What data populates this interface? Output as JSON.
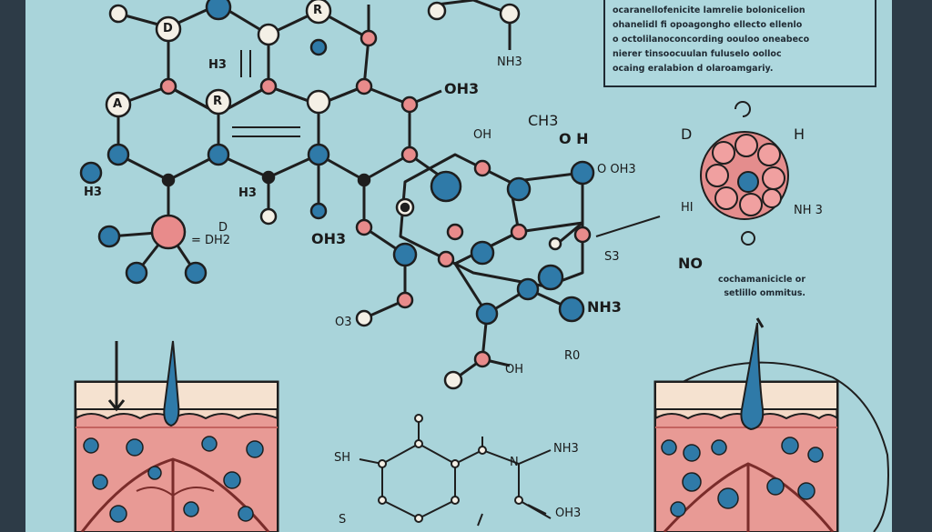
{
  "labels": {
    "h3_top": "H3",
    "h3_left": "H3",
    "h3_mid": "H3",
    "d_left": "D",
    "dh2": "= DH2",
    "oh3_top": "OH3",
    "oh3_mid": "OH3",
    "ch3": "CH3",
    "oh3_right": "O OH3",
    "nh3_top": "NH3",
    "h_o": "O H",
    "oh_small": "OH",
    "s3": "S3",
    "nh3_right": "NH3",
    "o3_left": "O3",
    "oh_bottom": "OH",
    "r0": "R0",
    "d_sphere": "D",
    "h_sphere": "H",
    "hi_sphere": "HI",
    "nh3_sphere": "NH 3",
    "no": "NO",
    "sh": "SH",
    "nh3_chain": "NH3",
    "oh3_chain": "OH3",
    "s_chain": "S",
    "n_chain": "N",
    "b_top": "D",
    "r_top": "R",
    "a_left": "A",
    "r_left": "R"
  },
  "note_top": [
    "ocaranellofenicite lamrelie bolonicelion",
    "ohanelidl fi opoagongho ellecto ellenlo",
    "o octolilanoconcording oouloo oneabeco",
    "nierer tinsoocuulan fuluselo oolloc",
    "ocaing eralabion d olaroamgariy."
  ],
  "note_mid": [
    "cochamanicicle or",
    "setlillo ommitus."
  ]
}
